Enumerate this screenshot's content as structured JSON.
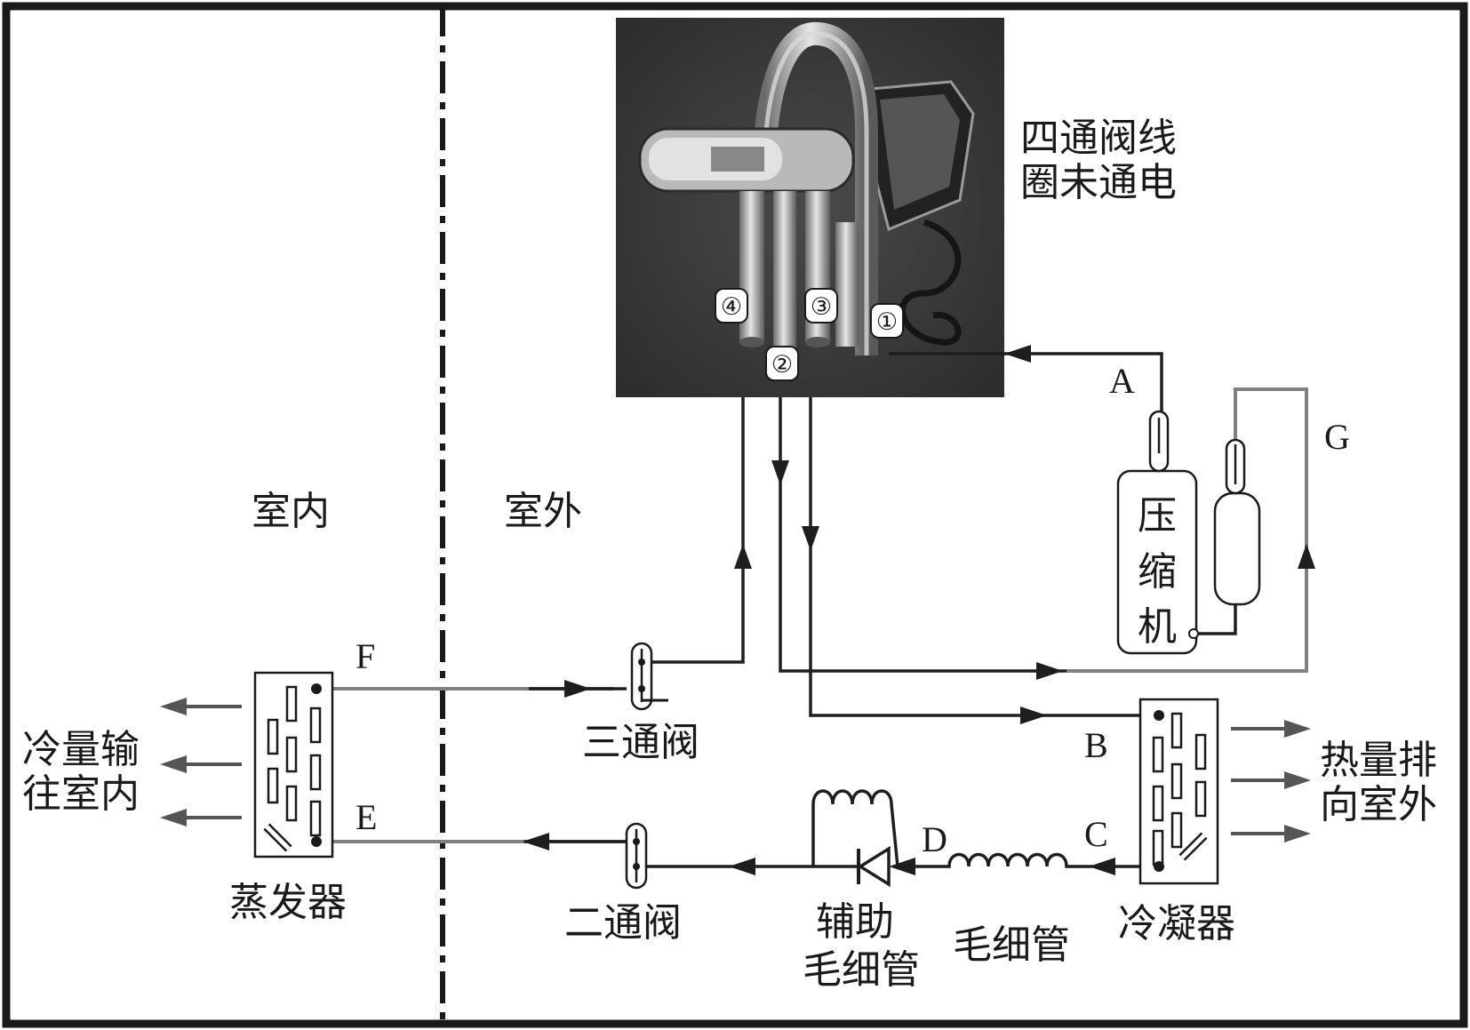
{
  "colors": {
    "line": "#1e1e1e",
    "pipe_gray": "#808080",
    "photo_bg": "#3c3c3c",
    "arrow_gray": "#555555"
  },
  "photo": {
    "ports": [
      "④",
      "③",
      "①",
      "②"
    ]
  },
  "labels": {
    "valve_status_1": "四通阀线",
    "valve_status_2": "圈未通电",
    "indoor": "室内",
    "outdoor": "室外",
    "compressor_1": "压",
    "compressor_2": "缩",
    "compressor_3": "机",
    "three_way_valve": "三通阀",
    "two_way_valve": "二通阀",
    "evaporator": "蒸发器",
    "condenser": "冷凝器",
    "aux_capillary_1": "辅助",
    "aux_capillary_2": "毛细管",
    "capillary": "毛细管",
    "cold_out_1": "冷量输",
    "cold_out_2": "往室内",
    "heat_out_1": "热量排",
    "heat_out_2": "向室外"
  },
  "points": {
    "A": "A",
    "B": "B",
    "C": "C",
    "D": "D",
    "E": "E",
    "F": "F",
    "G": "G"
  }
}
